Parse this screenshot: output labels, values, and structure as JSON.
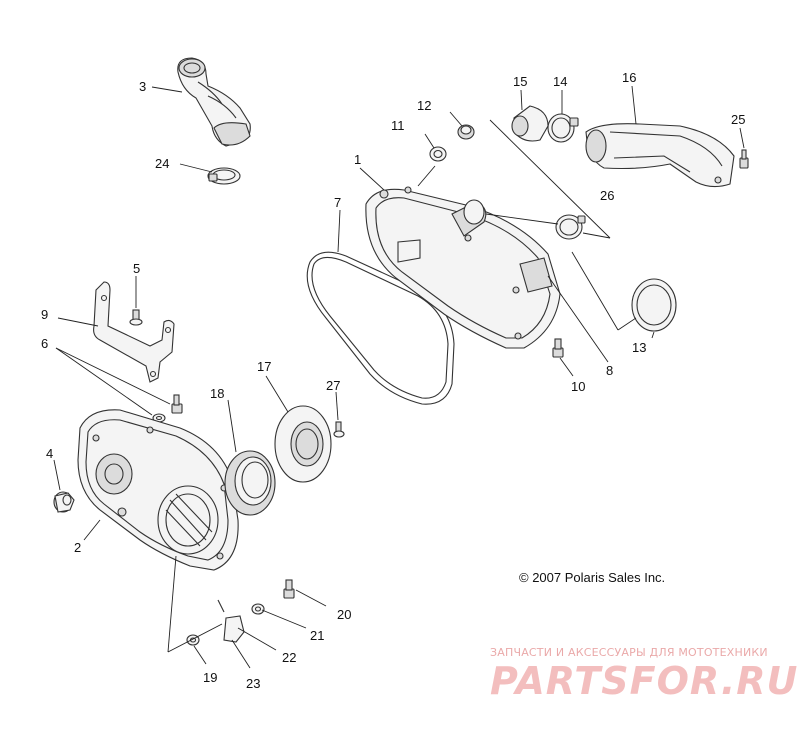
{
  "diagram": {
    "callouts": [
      {
        "id": "c1",
        "label": "1"
      },
      {
        "id": "c2",
        "label": "2"
      },
      {
        "id": "c3",
        "label": "3"
      },
      {
        "id": "c4",
        "label": "4"
      },
      {
        "id": "c5",
        "label": "5"
      },
      {
        "id": "c6",
        "label": "6"
      },
      {
        "id": "c7",
        "label": "7"
      },
      {
        "id": "c8",
        "label": "8"
      },
      {
        "id": "c9",
        "label": "9"
      },
      {
        "id": "c10",
        "label": "10"
      },
      {
        "id": "c11",
        "label": "11"
      },
      {
        "id": "c12",
        "label": "12"
      },
      {
        "id": "c13",
        "label": "13"
      },
      {
        "id": "c14",
        "label": "14"
      },
      {
        "id": "c15",
        "label": "15"
      },
      {
        "id": "c16",
        "label": "16"
      },
      {
        "id": "c17",
        "label": "17"
      },
      {
        "id": "c18",
        "label": "18"
      },
      {
        "id": "c19",
        "label": "19"
      },
      {
        "id": "c20",
        "label": "20"
      },
      {
        "id": "c21",
        "label": "21"
      },
      {
        "id": "c22",
        "label": "22"
      },
      {
        "id": "c23",
        "label": "23"
      },
      {
        "id": "c24",
        "label": "24"
      },
      {
        "id": "c25",
        "label": "25"
      },
      {
        "id": "c26",
        "label": "26"
      },
      {
        "id": "c27",
        "label": "27"
      }
    ],
    "copyright": "© 2007 Polaris Sales Inc."
  },
  "watermark": {
    "subtitle": "ЗАПЧАСТИ И АКСЕССУАРЫ ДЛЯ МОТОТЕХНИКИ",
    "brand": "PARTSFOR.RU",
    "color": "#f2b8b8"
  }
}
